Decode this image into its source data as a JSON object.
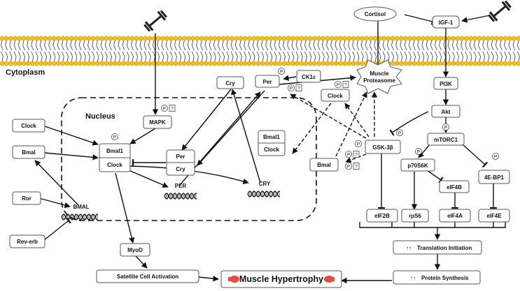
{
  "labels": {
    "cytoplasm": "Cytoplasm",
    "nucleus": "Nucleus",
    "cortisol": "Cortisol",
    "igf1": "IGF-1",
    "pi3k": "PI3K",
    "akt": "Akt",
    "mtorc1": "mTORC1",
    "p70s6k": "p70S6K",
    "ebp1": "4E-BP1",
    "eif4b": "eIF4B",
    "eif2b": "eIF2B",
    "rps6": "rpS6",
    "eif4a": "eIF4A",
    "eif4e": "eIF4E",
    "gsk3b": "GSK-3β",
    "bmal_cyto": "Bmal",
    "clock_cyto": "Clock",
    "bmal1_cyto": "Bmal1",
    "clock_cyto2": "Clock",
    "proteasome_line1": "Muscle",
    "proteasome_line2": "Proteasome",
    "ck1e": "CK1ε",
    "per_cyto": "Per",
    "cry_cyto": "Cry",
    "mapk": "MAPK",
    "bmal1_nuc": "Bmal1",
    "clock_nuc": "Clock",
    "per_nuc": "Per",
    "cry_nuc": "Cry",
    "per_gene": "PER",
    "cry_gene": "CRY",
    "clock_left": "Clock",
    "bmal_left": "Bmal",
    "ror": "Ror",
    "bmal_gene": "BMAL",
    "reverb": "Rev-erb",
    "myod": "MyoD",
    "satellite": "Satellite Cell Activation",
    "hypertrophy": "Muscle Hypertrophy",
    "translation": "Translation Initiation",
    "synthesis": "Protein Synthesis",
    "up_arrows": "↑↑",
    "p": "P",
    "q": "?"
  },
  "colors": {
    "lipid_head": "#f2c21b",
    "lipid_head_stroke": "#b8860b",
    "muscle_icon": "#e74c3c"
  },
  "icons": [
    "dumbbell-icon",
    "dumbbell-icon",
    "muscle-icon",
    "muscle-icon",
    "dna-icon"
  ]
}
